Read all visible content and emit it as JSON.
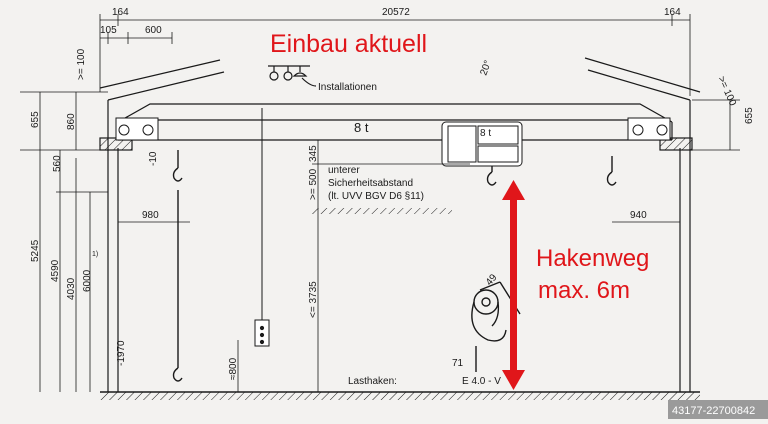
{
  "drawing": {
    "colors": {
      "ink": "#1a1a1a",
      "paper": "#f3f2f0",
      "annotation": "#e0161a",
      "watermark_bg": "#9a9a9a"
    },
    "top_dimensions": {
      "left_offset": "164",
      "span": "20572",
      "right_offset": "164",
      "left_105": "105",
      "left_600": "600"
    },
    "left_dimensions": {
      "clearance_top": ">= 100",
      "d655": "655",
      "d860": "860",
      "d560": "560",
      "d5245": "5245",
      "d4590": "4590",
      "d4030": "4030",
      "d6000": "6000",
      "footnote": "1)",
      "d1970": "-1970",
      "d10": "-10"
    },
    "right_dimensions": {
      "clearance_top": ">= 100",
      "d655": "655",
      "roof_angle": "20°"
    },
    "middle_dimensions": {
      "d345": "345",
      "d500": ">= 500",
      "d3735": "<= 3735",
      "d800": "≈800",
      "d980": "980",
      "d940": "940",
      "d49": "49",
      "d71": "71"
    },
    "labels": {
      "installations": "Installationen",
      "capacity_beam": "8 t",
      "capacity_hoist": "8 t",
      "safety_line1": "unterer",
      "safety_line2": "Sicherheitsabstand",
      "safety_line3": "(lt. UVV BGV D6 §11)",
      "load_hook": "Lasthaken:",
      "hook_spec": "E 4.0 - V"
    },
    "annotations": {
      "installation_note": "Einbau aktuell",
      "hook_travel_line1": "Hakenweg",
      "hook_travel_line2": "max. 6m"
    },
    "watermark": "43177-22700842"
  }
}
